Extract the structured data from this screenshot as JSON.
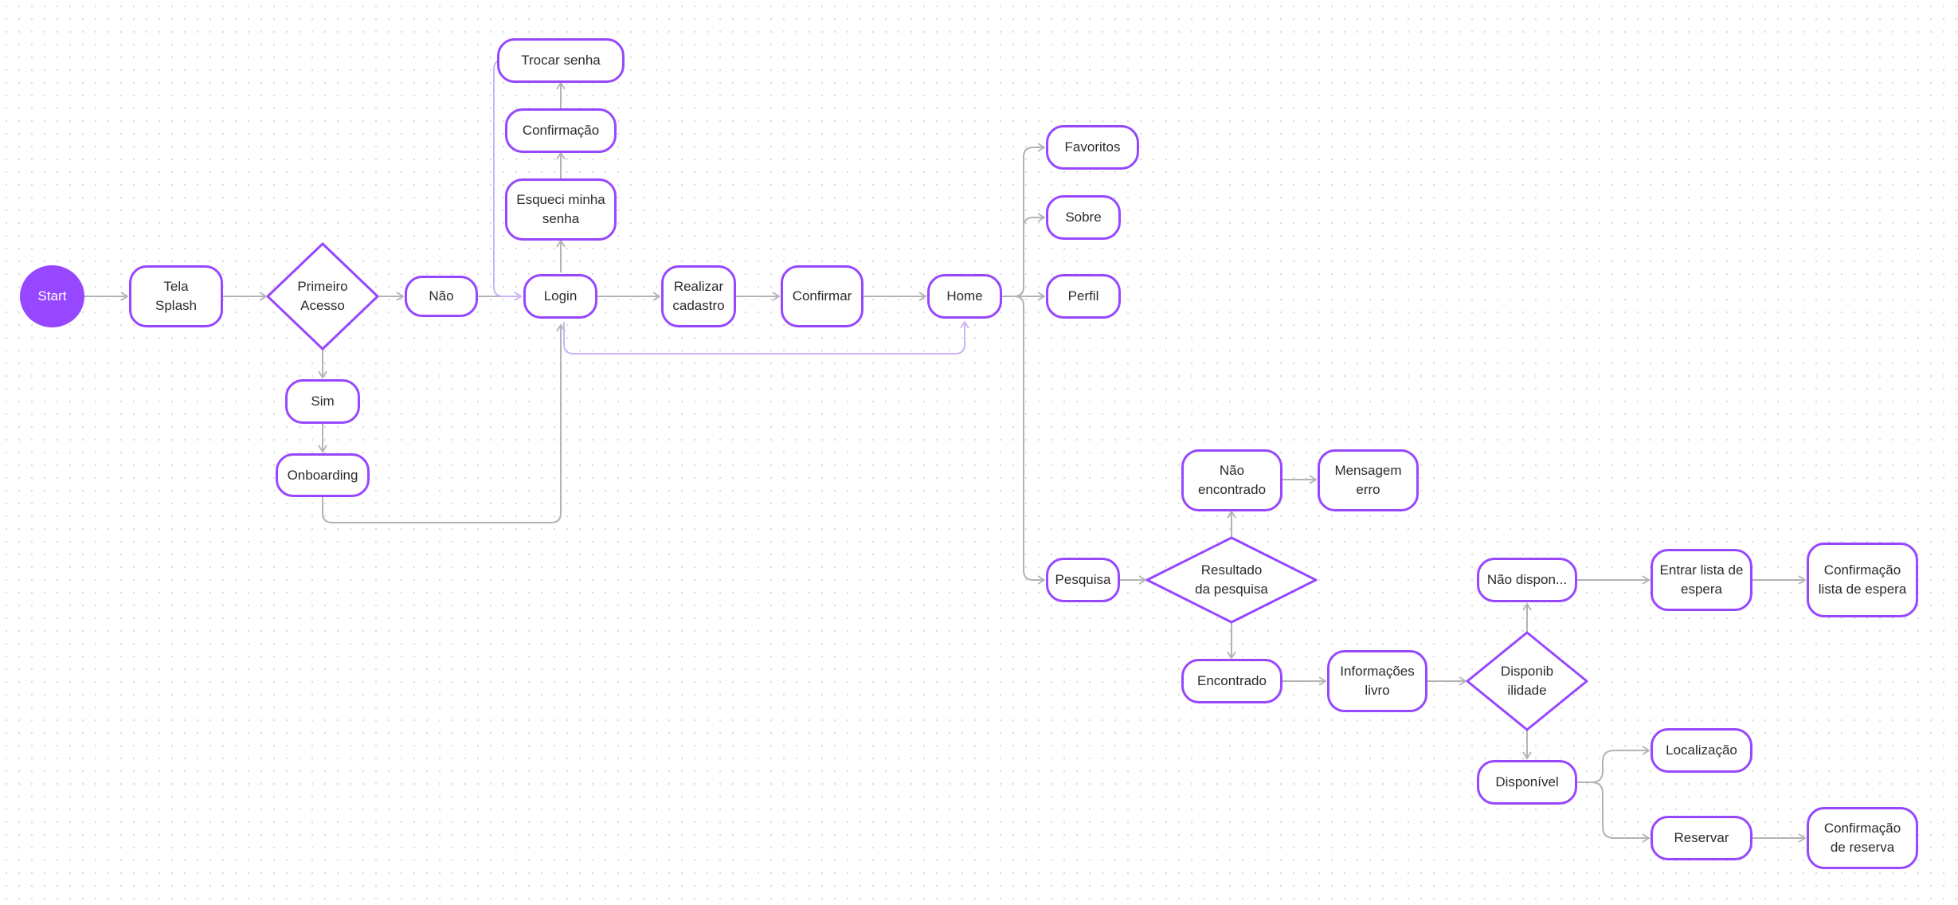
{
  "colors": {
    "accent": "#9747ff",
    "connector": "#b3b3b3",
    "connector_light": "#cdb3f7",
    "text": "#2b2b2b"
  },
  "nodes": {
    "start": "Start",
    "tela_splash": "Tela\nSplash",
    "primeiro_acesso": "Primeiro\nAcesso",
    "nao": "Não",
    "sim": "Sim",
    "onboarding": "Onboarding",
    "login": "Login",
    "esqueci_senha": "Esqueci minha\nsenha",
    "confirmacao": "Confirmação",
    "trocar_senha": "Trocar senha",
    "realizar_cadastro": "Realizar\ncadastro",
    "confirmar": "Confirmar",
    "home": "Home",
    "favoritos": "Favoritos",
    "sobre": "Sobre",
    "perfil": "Perfil",
    "pesquisa": "Pesquisa",
    "resultado_pesquisa": "Resultado\nda pesquisa",
    "nao_encontrado": "Não\nencontrado",
    "mensagem_erro": "Mensagem\nerro",
    "encontrado": "Encontrado",
    "informacoes_livro": "Informações\nlivro",
    "disponibilidade": "Disponib\nilidade",
    "nao_disponivel": "Não dispon...",
    "entrar_lista_espera": "Entrar lista de\nespera",
    "confirmacao_lista_espera": "Confirmação\nlista de espera",
    "disponivel": "Disponível",
    "localizacao": "Localização",
    "reservar": "Reservar",
    "confirmacao_reserva": "Confirmação\nde reserva"
  }
}
